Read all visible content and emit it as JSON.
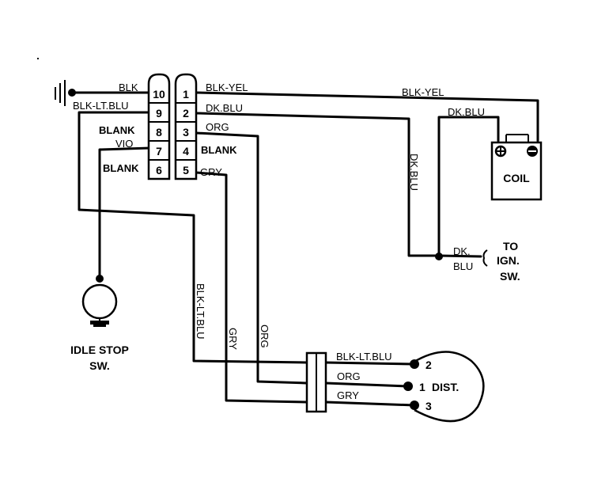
{
  "connector_left": {
    "pins": [
      "10",
      "9",
      "8",
      "7",
      "6"
    ],
    "labels": [
      "BLK",
      "BLK-LT.BLU",
      "BLANK",
      "VIO",
      "BLANK"
    ]
  },
  "connector_right": {
    "pins": [
      "1",
      "2",
      "3",
      "4",
      "5"
    ],
    "labels": [
      "BLK-YEL",
      "DK.BLU",
      "ORG",
      "BLANK",
      "GRY"
    ]
  },
  "wires": {
    "top_blk_yel": "BLK-YEL",
    "coil_dk_blu": "DK.BLU",
    "vertical_dk_blu": "DK.BLU",
    "ign_dk": "DK.",
    "ign_blu": "BLU",
    "vertical_blk_lt_blu": "BLK-LT.BLU",
    "vertical_gry": "GRY",
    "vertical_org": "ORG",
    "dist_blk_lt_blu": "BLK-LT.BLU",
    "dist_org": "ORG",
    "dist_gry": "GRY"
  },
  "coil": {
    "label": "COIL"
  },
  "ignition_switch": {
    "line1": "TO",
    "line2": "IGN.",
    "line3": "SW."
  },
  "idle_stop": {
    "line1": "IDLE STOP",
    "line2": "SW."
  },
  "distributor": {
    "label": "DIST.",
    "terminals": [
      "2",
      "1",
      "3"
    ]
  }
}
